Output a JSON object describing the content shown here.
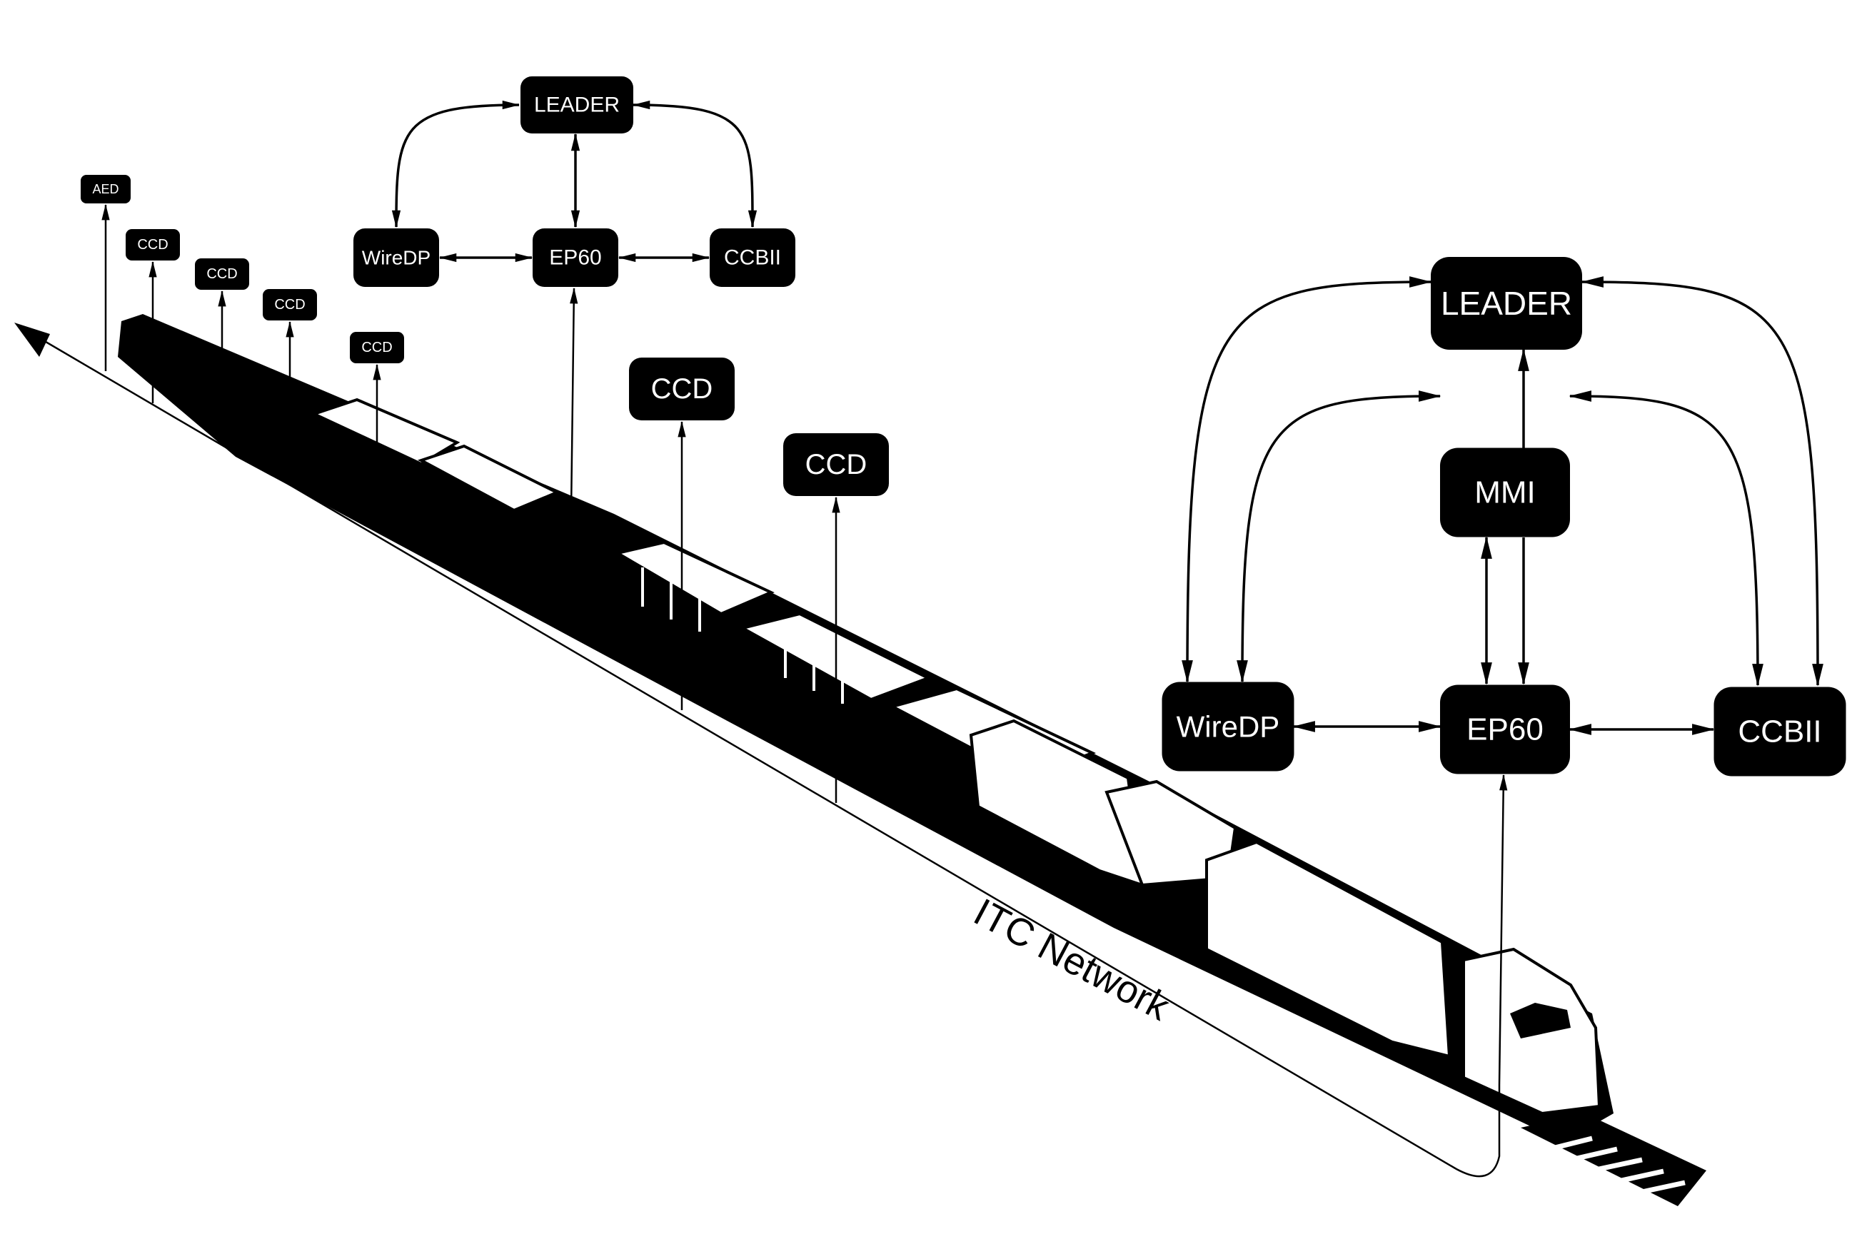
{
  "colors": {
    "ink": "#000000",
    "paper": "#ffffff"
  },
  "network_label": "ITC Network",
  "diagrams": {
    "small": {
      "nodes": [
        {
          "id": "s_leader",
          "label": "LEADER"
        },
        {
          "id": "s_wiredp",
          "label": "WireDP"
        },
        {
          "id": "s_ep60",
          "label": "EP60"
        },
        {
          "id": "s_ccbii",
          "label": "CCBII"
        }
      ],
      "edges": [
        {
          "from": "s_leader",
          "to": "s_wiredp",
          "type": "bidirectional"
        },
        {
          "from": "s_leader",
          "to": "s_ep60",
          "type": "bidirectional"
        },
        {
          "from": "s_leader",
          "to": "s_ccbii",
          "type": "bidirectional"
        },
        {
          "from": "s_wiredp",
          "to": "s_ep60",
          "type": "bidirectional"
        },
        {
          "from": "s_ep60",
          "to": "s_ccbii",
          "type": "bidirectional"
        },
        {
          "from": "network",
          "to": "s_ep60",
          "type": "directed"
        }
      ]
    },
    "large": {
      "nodes": [
        {
          "id": "l_leader",
          "label": "LEADER"
        },
        {
          "id": "l_mmi",
          "label": "MMI"
        },
        {
          "id": "l_wiredp",
          "label": "WireDP"
        },
        {
          "id": "l_ep60",
          "label": "EP60"
        },
        {
          "id": "l_ccbii",
          "label": "CCBII"
        }
      ],
      "edges": [
        {
          "from": "l_leader",
          "to": "l_wiredp",
          "type": "bidirectional"
        },
        {
          "from": "l_leader",
          "to": "l_ccbii",
          "type": "bidirectional"
        },
        {
          "from": "l_mmi",
          "to": "l_leader",
          "type": "directed"
        },
        {
          "from": "l_mmi",
          "to": "l_wiredp",
          "type": "bidirectional"
        },
        {
          "from": "l_mmi",
          "to": "l_ccbii",
          "type": "bidirectional"
        },
        {
          "from": "l_mmi",
          "to": "l_ep60",
          "type": "bidirectional"
        },
        {
          "from": "l_mmi",
          "to": "l_ep60",
          "type": "directed"
        },
        {
          "from": "l_wiredp",
          "to": "l_ep60",
          "type": "bidirectional"
        },
        {
          "from": "l_ep60",
          "to": "l_ccbii",
          "type": "bidirectional"
        },
        {
          "from": "network",
          "to": "l_ep60",
          "type": "directed"
        }
      ]
    }
  },
  "car_devices": [
    {
      "id": "aed",
      "label": "AED"
    },
    {
      "id": "ccd1",
      "label": "CCD"
    },
    {
      "id": "ccd2",
      "label": "CCD"
    },
    {
      "id": "ccd3",
      "label": "CCD"
    },
    {
      "id": "ccd4",
      "label": "CCD"
    },
    {
      "id": "ccd5",
      "label": "CCD"
    },
    {
      "id": "ccd6",
      "label": "CCD"
    }
  ]
}
